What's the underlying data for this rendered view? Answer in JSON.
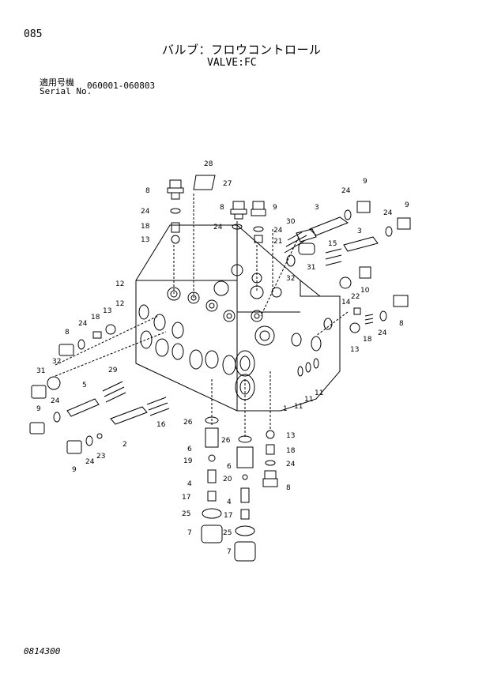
{
  "page_number": "085",
  "title_jp": "バルブ：フロウコントロール",
  "title_en": "VALVE:FC",
  "serial": {
    "label_jp": "適用号機",
    "label_en": "Serial No.",
    "range": "060001-060803"
  },
  "document_number": "0814300",
  "part_labels": [
    "1",
    "2",
    "3",
    "4",
    "5",
    "6",
    "7",
    "8",
    "9",
    "10",
    "11",
    "12",
    "13",
    "14",
    "15",
    "16",
    "17",
    "18",
    "19",
    "20",
    "21",
    "22",
    "23",
    "24",
    "25",
    "26",
    "27",
    "28",
    "29",
    "30",
    "31",
    "32"
  ]
}
